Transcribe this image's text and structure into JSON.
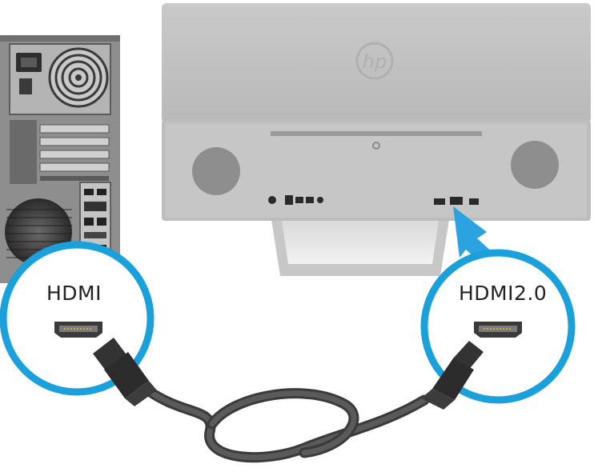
{
  "callouts": {
    "left_label": "HDMI",
    "right_label": "HDMI2.0"
  },
  "colors": {
    "callout_ring": "#1aa0db",
    "arrow": "#2aa3e0",
    "monitor_body": "#c2c2c2",
    "tower_body": "#8e8e8e",
    "cable": "#4a4a4a"
  },
  "icons": {
    "logo": "hp-logo",
    "callout_port": "hdmi-port-icon"
  }
}
